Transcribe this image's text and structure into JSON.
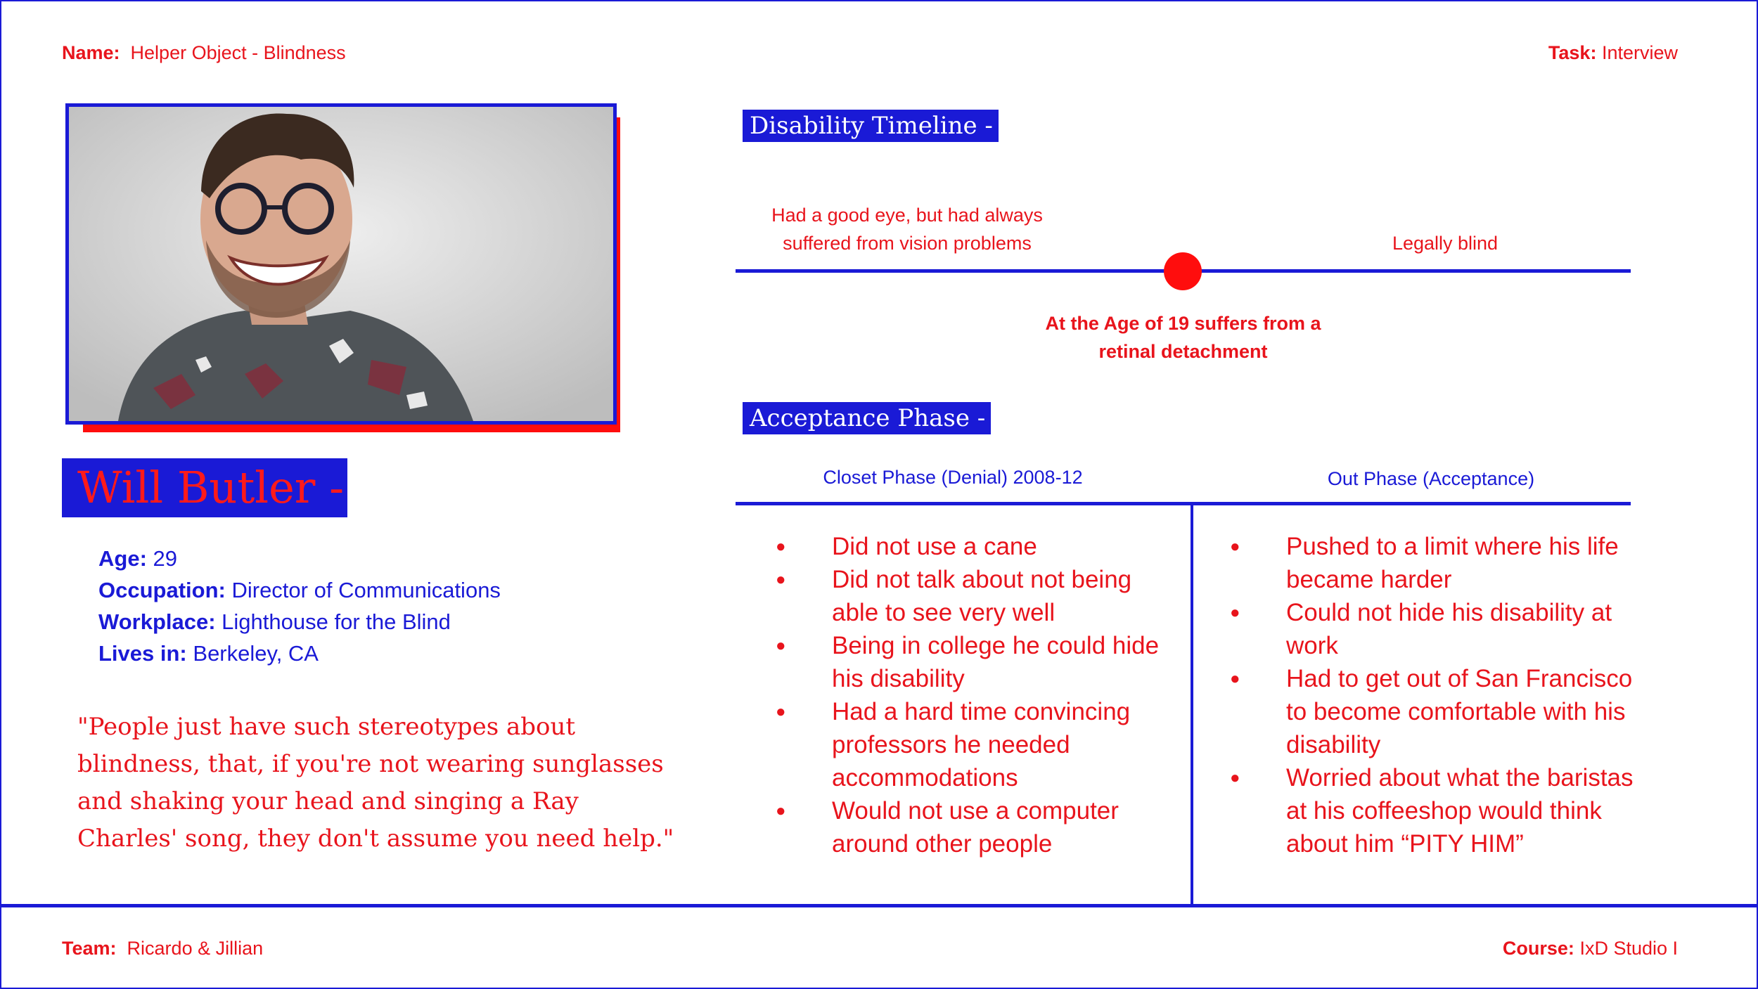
{
  "header": {
    "name_label": "Name:",
    "name_value": "Helper Object - Blindness",
    "task_label": "Task:",
    "task_value": "Interview"
  },
  "persona": {
    "name": "Will Butler -",
    "facts": [
      {
        "label": "Age:",
        "value": "29"
      },
      {
        "label": "Occupation:",
        "value": "Director of Communications"
      },
      {
        "label": "Workplace:",
        "value": "Lighthouse for the Blind"
      },
      {
        "label": "Lives in:",
        "value": "Berkeley, CA"
      }
    ],
    "quote": "\"People just have such stereotypes about blindness, that, if you're not wearing sunglasses and shaking your head and singing a Ray Charles' song, they don't assume you need help.\""
  },
  "timeline": {
    "title": "Disability Timeline -",
    "before": "Had a good eye, but had always suffered from vision problems",
    "after": "Legally blind",
    "event": "At the Age of 19 suffers from a retinal detachment"
  },
  "acceptance": {
    "title": "Acceptance Phase -",
    "closet": {
      "heading": "Closet Phase (Denial) 2008-12",
      "items": [
        "Did not use a cane",
        "Did not talk about not being able to see very well",
        "Being in college he could hide his disability",
        "Had a hard time convincing professors he needed accommodations",
        "Would not use a computer around other people"
      ]
    },
    "out": {
      "heading": "Out Phase (Acceptance)",
      "items": [
        "Pushed to a limit where his life became harder",
        "Could not hide his disability at work",
        "Had to get out of San Francisco to become comfortable with his disability",
        "Worried about what the baristas at his coffeeshop would think about him “PITY HIM”"
      ]
    }
  },
  "footer": {
    "team_label": "Team:",
    "team_value": "Ricardo & Jillian",
    "course_label": "Course:",
    "course_value": "IxD Studio I"
  },
  "colors": {
    "accent_blue": "#1a1ad6",
    "accent_red": "#e8141c"
  }
}
